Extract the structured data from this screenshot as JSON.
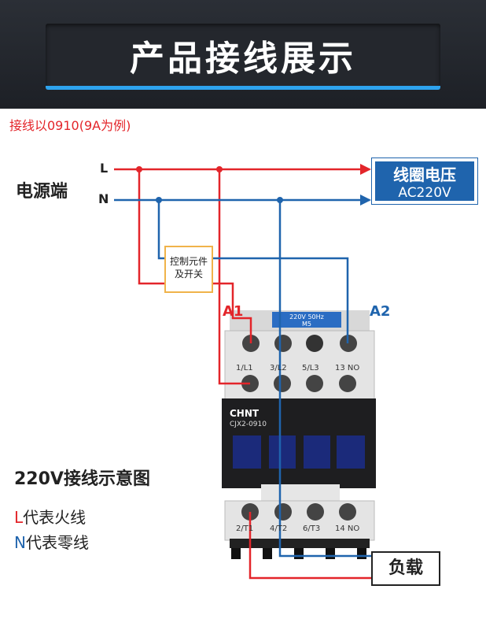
{
  "header": {
    "title": "产品接线展示"
  },
  "note": "接线以0910(9A为例)",
  "power": {
    "label": "电源端",
    "L": "L",
    "N": "N"
  },
  "coil": {
    "title": "线圈电压",
    "voltage": "AC220V"
  },
  "control": {
    "line1": "控制元件",
    "line2": "及开关"
  },
  "coil_terminals": {
    "a1": "A1",
    "a2": "A2"
  },
  "contactor": {
    "brand": "CHNT",
    "model": "CJX2-0910",
    "plate": "220V 50Hz",
    "plate_sub": "M5",
    "top_labels": [
      "1/L1",
      "3/L2",
      "5/L3",
      "13 NO"
    ],
    "bottom_labels": [
      "2/T1",
      "4/T2",
      "6/T3",
      "14 NO"
    ]
  },
  "diagram_title": "220V接线示意图",
  "legend": {
    "l_letter": "L",
    "l_text": "代表火线",
    "n_letter": "N",
    "n_text": "代表零线"
  },
  "load": {
    "label": "负载"
  },
  "colors": {
    "live": "#e3252a",
    "neutral": "#1f64ad",
    "banner_accent": "#2ea3ee"
  }
}
